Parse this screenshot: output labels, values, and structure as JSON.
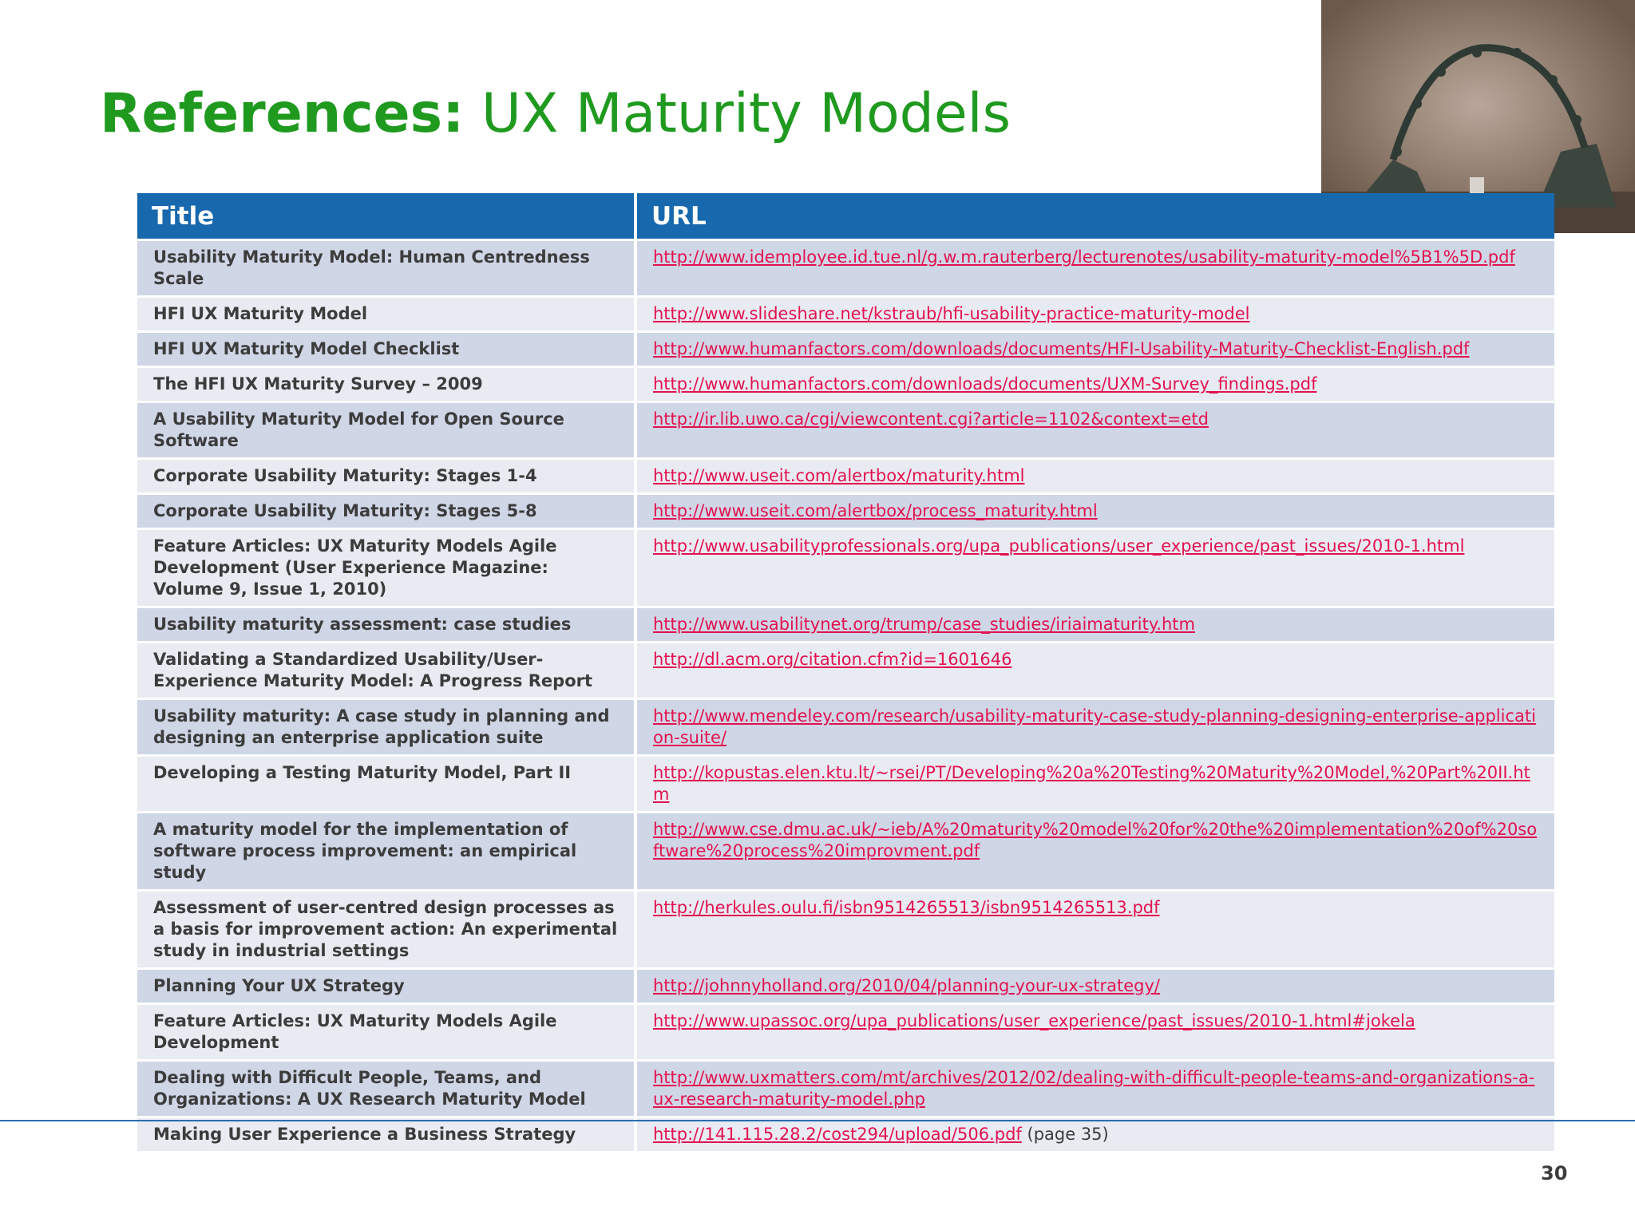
{
  "slide": {
    "title_bold": "References:",
    "title_rest": " UX Maturity Models",
    "page_number": "30"
  },
  "table": {
    "headers": [
      "Title",
      "URL"
    ],
    "rows": [
      {
        "title": "Usability Maturity Model: Human Centredness Scale",
        "url": "http://www.idemployee.id.tue.nl/g.w.m.rauterberg/lecturenotes/usability-maturity-model%5B1%5D.pdf",
        "note": ""
      },
      {
        "title": "HFI UX Maturity Model",
        "url": "http://www.slideshare.net/kstraub/hfi-usability-practice-maturity-model",
        "note": ""
      },
      {
        "title": "HFI UX Maturity Model Checklist",
        "url": "http://www.humanfactors.com/downloads/documents/HFI-Usability-Maturity-Checklist-English.pdf",
        "note": ""
      },
      {
        "title": "The HFI UX Maturity Survey – 2009",
        "url": "http://www.humanfactors.com/downloads/documents/UXM-Survey_findings.pdf",
        "note": ""
      },
      {
        "title": "A Usability Maturity Model for Open Source Software",
        "url": "http://ir.lib.uwo.ca/cgi/viewcontent.cgi?article=1102&context=etd",
        "note": ""
      },
      {
        "title": "Corporate Usability Maturity: Stages 1-4",
        "url": "http://www.useit.com/alertbox/maturity.html",
        "note": ""
      },
      {
        "title": "Corporate Usability Maturity: Stages 5-8",
        "url": "http://www.useit.com/alertbox/process_maturity.html",
        "note": ""
      },
      {
        "title": "Feature Articles: UX Maturity Models Agile Development (User Experience Magazine: Volume 9, Issue 1, 2010)",
        "url": "http://www.usabilityprofessionals.org/upa_publications/user_experience/past_issues/2010-1.html",
        "note": ""
      },
      {
        "title": "Usability maturity assessment: case studies",
        "url": "http://www.usabilitynet.org/trump/case_studies/iriaimaturity.htm",
        "note": ""
      },
      {
        "title": "Validating a Standardized Usability/User-Experience Maturity Model: A Progress Report",
        "url": "http://dl.acm.org/citation.cfm?id=1601646",
        "note": ""
      },
      {
        "title": "Usability maturity: A case study in planning and designing an enterprise application suite",
        "url": "http://www.mendeley.com/research/usability-maturity-case-study-planning-designing-enterprise-application-suite/",
        "note": ""
      },
      {
        "title": "Developing a Testing Maturity Model, Part II",
        "url": "http://kopustas.elen.ktu.lt/~rsei/PT/Developing%20a%20Testing%20Maturity%20Model,%20Part%20II.htm",
        "note": ""
      },
      {
        "title": "A maturity model for the implementation of software process improvement: an empirical study",
        "url": "http://www.cse.dmu.ac.uk/~ieb/A%20maturity%20model%20for%20the%20implementation%20of%20software%20process%20improvment.pdf",
        "note": ""
      },
      {
        "title": "Assessment of user-centred design processes as a basis for improvement action:  An experimental study in industrial settings",
        "url": "http://herkules.oulu.fi/isbn9514265513/isbn9514265513.pdf",
        "note": ""
      },
      {
        "title": "Planning Your UX Strategy",
        "url": "http://johnnyholland.org/2010/04/planning-your-ux-strategy/",
        "note": ""
      },
      {
        "title": "Feature Articles: UX Maturity Models Agile Development",
        "url": "http://www.upassoc.org/upa_publications/user_experience/past_issues/2010-1.html#jokela",
        "note": ""
      },
      {
        "title": "Dealing with Difficult People, Teams, and Organizations: A UX Research Maturity Model",
        "url": "http://www.uxmatters.com/mt/archives/2012/02/dealing-with-difficult-people-teams-and-organizations-a-ux-research-maturity-model.php",
        "note": ""
      },
      {
        "title": "Making User Experience a Business Strategy",
        "url": "http://141.115.28.2/cost294/upload/506.pdf",
        "note": " (page  35)"
      }
    ]
  }
}
